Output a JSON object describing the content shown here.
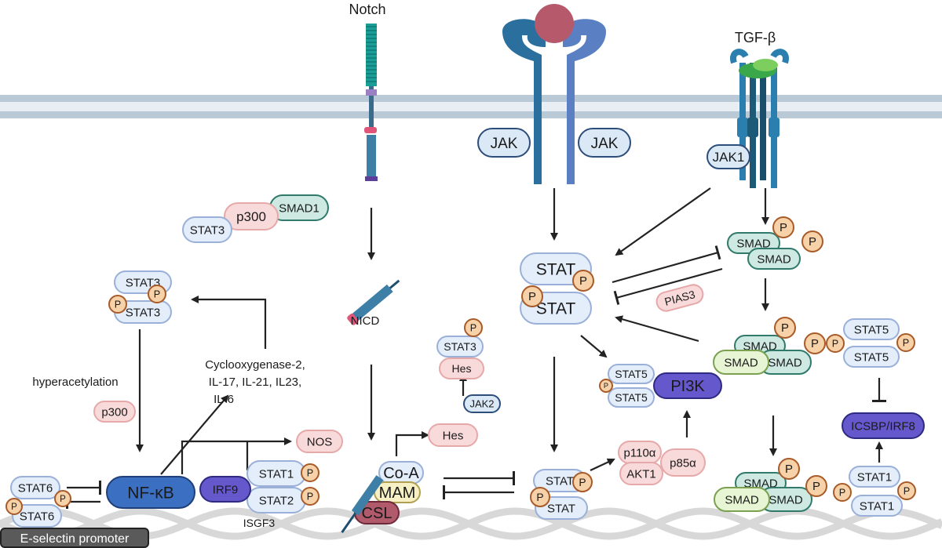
{
  "phospho_label": "P",
  "receptors": {
    "notch": "Notch",
    "tgf": "TGF-β",
    "jak_left": "JAK",
    "jak_right": "JAK",
    "jak1": "JAK1"
  },
  "labels": {
    "nicd": "NICD",
    "hyperacetylation": "hyperacetylation",
    "cytokines": [
      "Cyclooxygenase-2,",
      "IL-17, IL-21, IL23,",
      "IL-6"
    ],
    "isgf3": "ISGF3",
    "promoter": "E-selectin promoter",
    "pias3": "PIAS3"
  },
  "nodes": {
    "stat3_complex": "STAT3",
    "p300_complex": "p300",
    "smad1_complex": "SMAD1",
    "stat3_dimer_a": "STAT3",
    "stat3_dimer_b": "STAT3",
    "p300": "p300",
    "nfkb": "NF-κB",
    "nos": "NOS",
    "irf9": "IRF9",
    "stat1": "STAT1",
    "stat2": "STAT2",
    "stat6_a": "STAT6",
    "stat6_b": "STAT6",
    "hes": "Hes",
    "jak2": "JAK2",
    "hes_b": "Hes",
    "stat3_hes": "STAT3",
    "coa": "Co-A",
    "mam": "MAM",
    "csl": "CSL",
    "stat_top_a": "STAT",
    "stat_top_b": "STAT",
    "stat5_pi3k_a": "STAT5",
    "stat5_pi3k_b": "STAT5",
    "pi3k": "PI3K",
    "stat_bot_a": "STAT",
    "stat_bot_b": "STAT",
    "p110a": "p110α",
    "akt1": "AKT1",
    "p85a": "p85α",
    "smad_t1": "SMAD",
    "smad_t2": "SMAD",
    "smad_m1": "SMAD",
    "smad_m2": "SMAD",
    "smad_m3": "SMAD",
    "smad_b1": "SMAD",
    "smad_b2": "SMAD",
    "smad_b3": "SMAD",
    "stat5_r_a": "STAT5",
    "stat5_r_b": "STAT5",
    "icsbp": "ICSBP/IRF8",
    "stat1_r_a": "STAT1",
    "stat1_r_b": "STAT1"
  },
  "colors": {
    "membrane": "#b9c9d6",
    "stat_fill": "#e4eefa",
    "stat_stroke": "#9ab0d8",
    "pink_fill": "#f9dada",
    "pink_stroke": "#e6a8a8",
    "purple": "#6558cc",
    "nfkb": "#3b6fc2",
    "phospho_fill": "#f7d2a8",
    "phospho_stroke": "#a85a28",
    "smad_teal": "#cde9e2",
    "smad_green": "#e8f5d4",
    "csl": "#b05a6c",
    "ligand": "#b5596b"
  }
}
